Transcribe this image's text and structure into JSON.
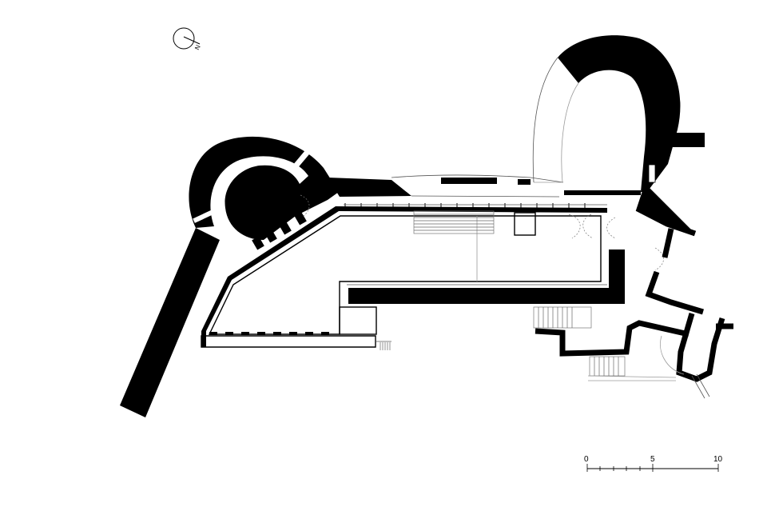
{
  "north_arrow": {
    "letter": "N"
  },
  "scale_bar": {
    "ticks": [
      "0",
      "5",
      "10"
    ]
  },
  "colors": {
    "wall": "#000000",
    "line": "#000000",
    "paper": "#ffffff"
  }
}
